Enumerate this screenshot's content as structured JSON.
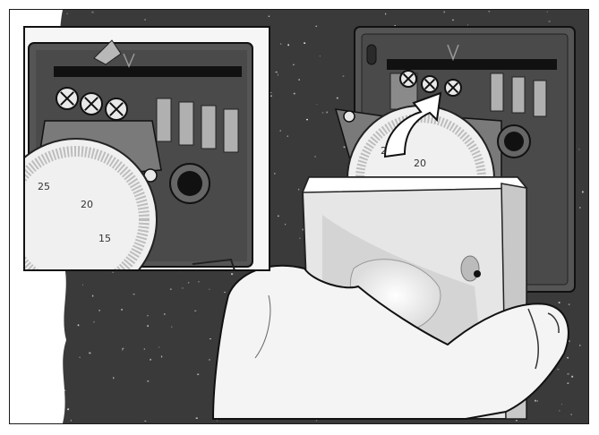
{
  "colors": {
    "frame": "#1a1a1a",
    "wall": "#3a3a3a",
    "wall_speck": "#d8d8d8",
    "base_plate": "#5a5a5a",
    "base_plate_dark": "#2e2e2e",
    "screw": "#e8e8e8",
    "terminal": "#a8a8a8",
    "dial_face": "#f2f2f2",
    "dial_ring": "#bdbdbd",
    "cover_light": "#eeeeee",
    "cover_shade": "#b8b8b8",
    "hand": "#f4f4f4",
    "arrow": "#ffffff"
  },
  "inset": {
    "dial_labels": [
      "25",
      "20",
      "15"
    ]
  },
  "main": {
    "dial_labels": [
      "25",
      "20"
    ],
    "arrow_direction": "up-right"
  }
}
